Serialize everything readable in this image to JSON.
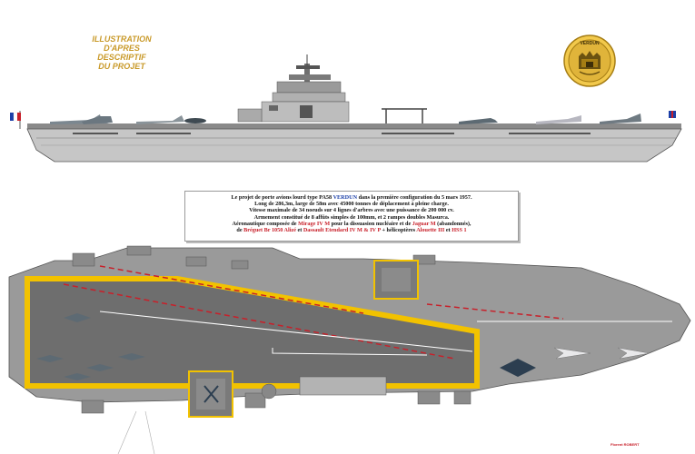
{
  "illustration_label": {
    "line1": "ILLUSTRATION",
    "line2": "D'APRES",
    "line3": "DESCRIPTIF",
    "line4": "DU PROJET"
  },
  "emblem": {
    "text": "VERDUN"
  },
  "caption": {
    "line1_a": "Le projet de porte avions lourd type PA58 ",
    "line1_name": "VERDUN",
    "line1_b": " dans la première configuration du 5 mars 1957.",
    "line2": "Long de 286,3m, large de 58m avec 45000 tonnes de déplacement à pleine charge.",
    "line3": "Vitesse maximale de 34 noeuds sur 4 lignes d'arbres avec une puissance de 200 000 cv.",
    "line4": "Armement constitué de 8 affûts simples de 100mm, et 2 rampes doubles Masurca.",
    "line5_a": "Aéronautique composée de ",
    "line5_mirage": "Mirage IV M",
    "line5_b": " pour la dissuasion nucléaire et de ",
    "line5_jaguar": "Jaguar M",
    "line5_c": " (abandonnés),",
    "line6_a": "de ",
    "line6_breguet": "Bréguet Br 1050 Alizé",
    "line6_b": " et ",
    "line6_dassault": "Dassault Etendard IV M & IV P",
    "line6_c": " + hélicoptères ",
    "line6_alouette": "Alouette III",
    "line6_d": " et ",
    "line6_hss": "HSS 1"
  },
  "credit": {
    "text": "Florent ROBERT"
  },
  "colors": {
    "hull": "#b9b9b9",
    "hull_dark": "#6f6f6f",
    "deck": "#7a7a7a",
    "deck_light": "#9a9a9a",
    "yellow": "#f2c200",
    "red_accent": "#c8202a",
    "blue_accent": "#1b3fa8",
    "gold": "#c99a2a"
  }
}
